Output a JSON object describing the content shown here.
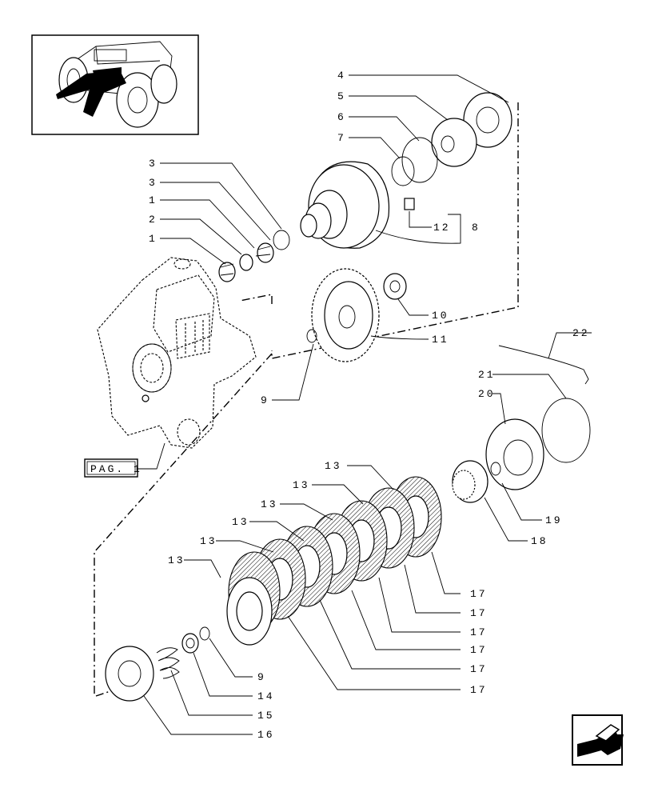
{
  "diagram": {
    "callouts": {
      "c4": "4",
      "c5": "5",
      "c6": "6",
      "c7": "7",
      "c3a": "3",
      "c3b": "3",
      "c1a": "1",
      "c2": "2",
      "c1b": "1",
      "c12": "12",
      "c8": "8",
      "c10": "10",
      "c11": "11",
      "c9a": "9",
      "c22": "22",
      "c21": "21",
      "c20": "20",
      "c19": "19",
      "c18": "18",
      "c13a": "13",
      "c13b": "13",
      "c13c": "13",
      "c13d": "13",
      "c13e": "13",
      "c13f": "13",
      "c17a": "17",
      "c17b": "17",
      "c17c": "17",
      "c17d": "17",
      "c17e": "17",
      "c17f": "17",
      "c9b": "9",
      "c14": "14",
      "c15": "15",
      "c16": "16"
    },
    "page_ref": "PAG. 1"
  },
  "icons": {
    "thumbnail": "tractor-location-thumbnail",
    "nav": "back-arrow-icon"
  }
}
